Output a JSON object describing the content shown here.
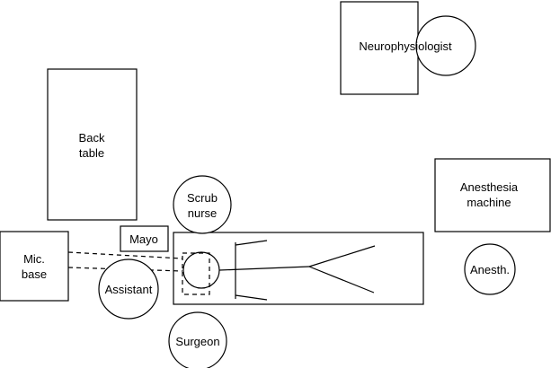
{
  "labels": {
    "neurophysiologist": "Neurophysiologist",
    "back_table": [
      "Back",
      "table"
    ],
    "scrub_nurse": [
      "Scrub",
      "nurse"
    ],
    "mayo": "Mayo",
    "mic_base": [
      "Mic.",
      "base"
    ],
    "assistant": "Assistant",
    "anesthesia_machine": [
      "Anesthesia",
      "machine"
    ],
    "anesthesiologist": "Anesth.",
    "surgeon": "Surgeon"
  }
}
